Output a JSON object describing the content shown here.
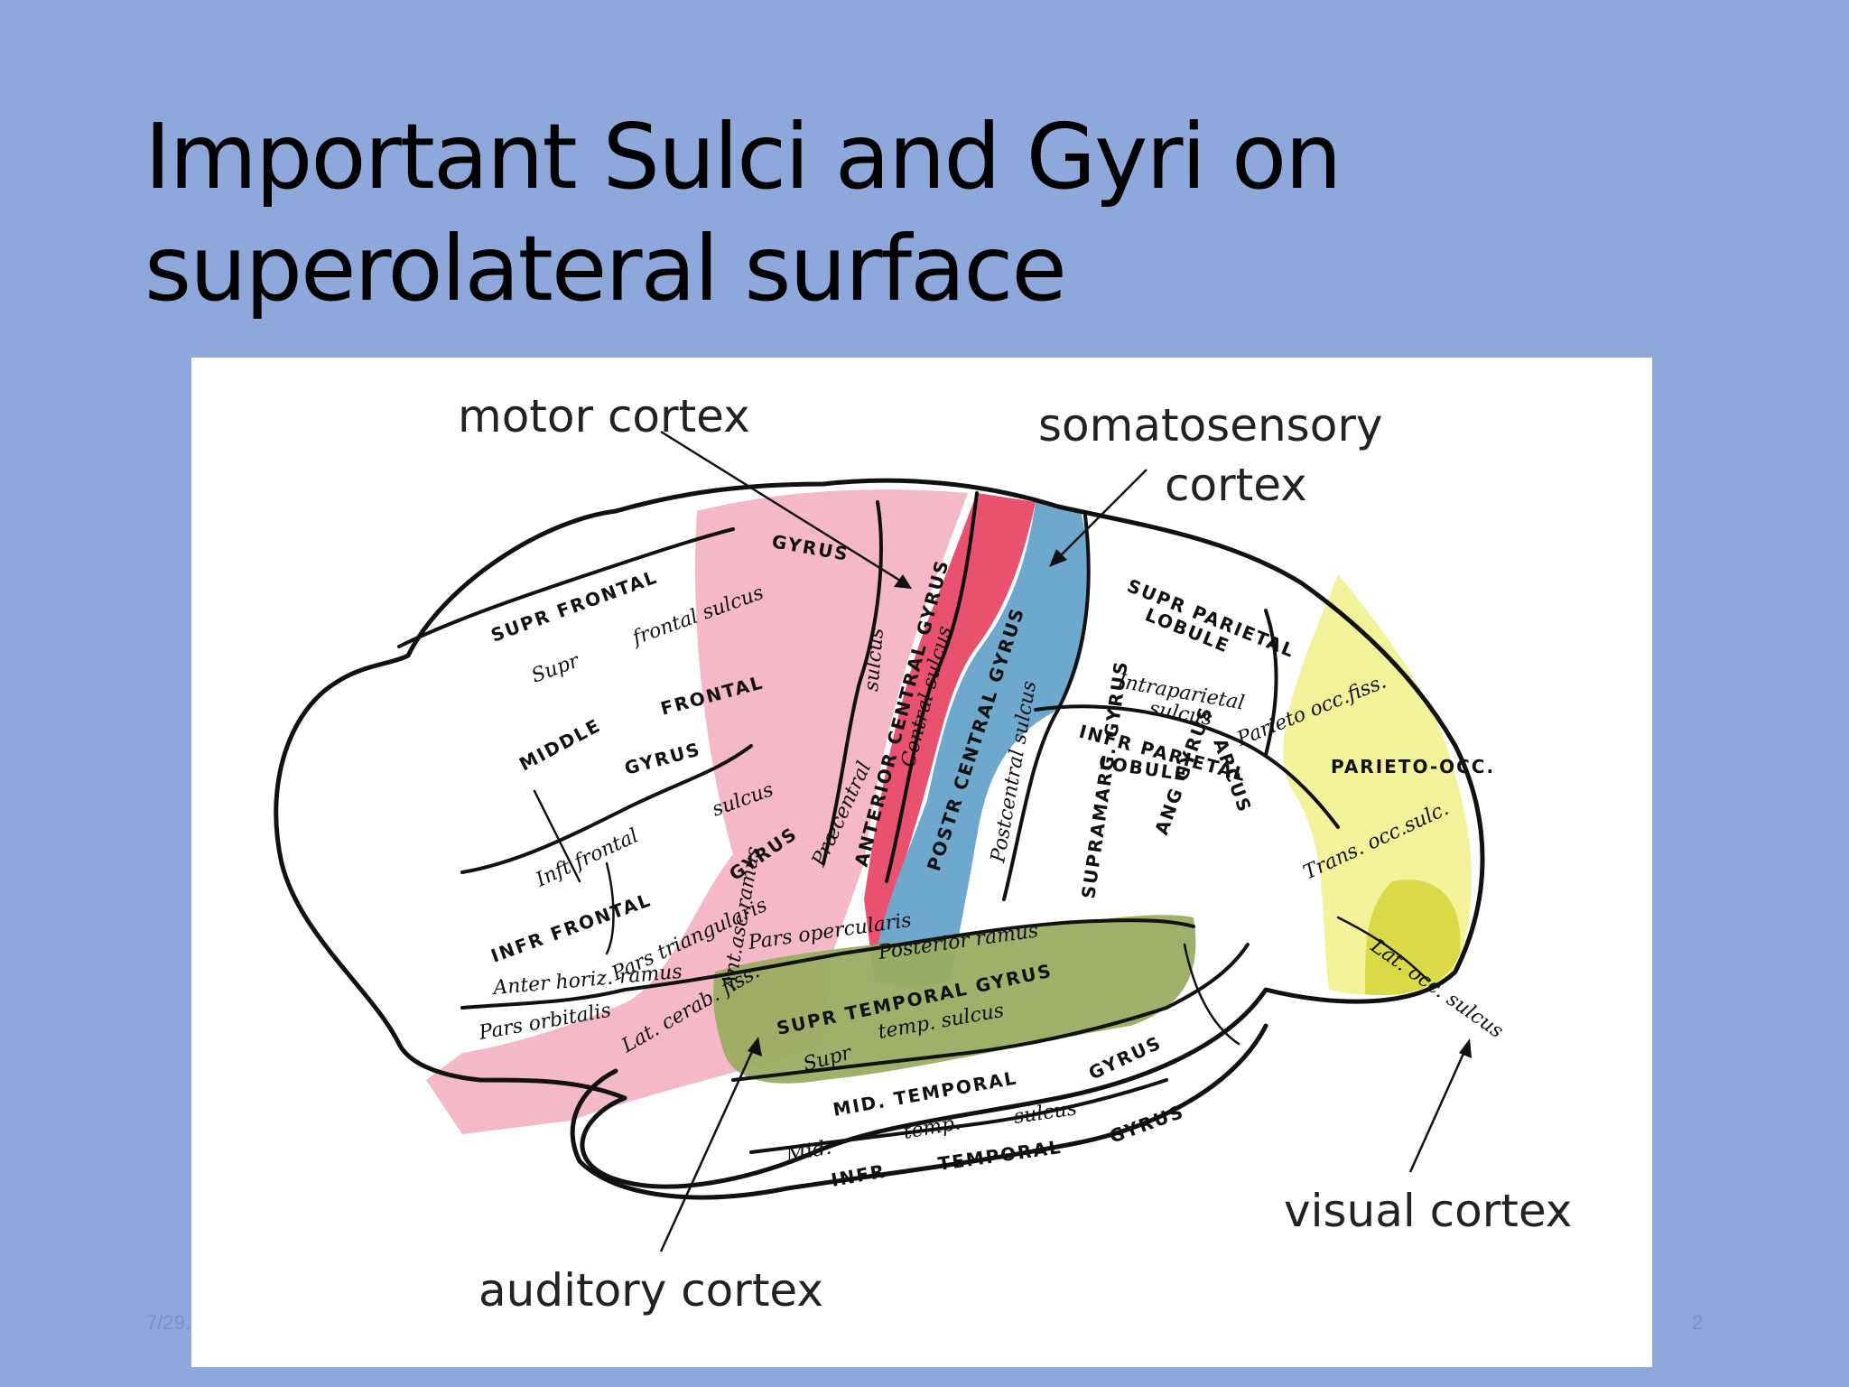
{
  "slide": {
    "title_line1": "Important  Sulci and Gyri on",
    "title_line2": "superolateral surface",
    "footer_date": "7/29,",
    "page_number": "2"
  },
  "diagram": {
    "labels": {
      "motor_cortex": "motor cortex",
      "somatosensory_line1": "somatosensory",
      "somatosensory_line2": "cortex",
      "visual_cortex": "visual cortex",
      "auditory_cortex": "auditory cortex"
    },
    "region_labels": {
      "gyrus_top": "GYRUS",
      "supr_frontal": "SUPR FRONTAL",
      "supr_frontal_sulcus_1": "Supr",
      "supr_frontal_sulcus_2": "frontal sulcus",
      "middle_frontal_1": "MIDDLE",
      "middle_frontal_2": "FRONTAL",
      "middle_frontal_3": "GYRUS",
      "inft_frontal_sulcus_1": "Inft frontal",
      "inft_frontal_sulcus_2": "sulcus",
      "inf_frontal": "INFR FRONTAL",
      "gyrus_lower": "GYRUS",
      "pars_triangularis": "Pars triangularis",
      "pars_opercularis": "Pars opercularis",
      "pars_orbitalis": "Pars orbitalis",
      "anter_horiz_ramus": "Anter horiz. ramus",
      "antasc_ramus": "Ant.asc.ramus",
      "precentral_sulcus_1": "Præcentral",
      "precentral_sulcus_2": "sulcus",
      "anterior_central_gyrus": "ANTERIOR CENTRAL GYRUS",
      "central_sulcus": "Central sulcus",
      "post_central_gyrus": "POSTR CENTRAL GYRUS",
      "postcentral_sulcus": "Postcentral sulcus",
      "supr_parietal_1": "SUPR PARIETAL",
      "supr_parietal_2": "LOBULE",
      "intraparietal_1": "Intraparietal",
      "intraparietal_2": "sulcus",
      "infr_parietal_1": "INFR PARIETAL",
      "infr_parietal_2": "LOBULE",
      "supramarg_gyrus": "SUPRAMARG. GYRUS",
      "ang_gyrus": "ANG GYRUS",
      "arcus": "ARCUS",
      "parieto_occ_fiss": "Parieto occ.fiss.",
      "parieto_occ": "PARIETO-OCC.",
      "trans_occ_sulc": "Trans. occ.sulc.",
      "lat_occ_sulcus": "Lat. occ. sulcus",
      "posterior_ramus": "Posterior ramus",
      "lat_cerab_fiss": "Lat. cerab. fiss.",
      "supr_temporal_gyrus": "SUPR TEMPORAL GYRUS",
      "supr_temp_sulcus_1": "Supr",
      "supr_temp_sulcus_2": "temp. sulcus",
      "mid_temporal_gyrus_1": "MID. TEMPORAL",
      "mid_temporal_gyrus_2": "GYRUS",
      "mid_temp_sulcus_1": "Mid.",
      "mid_temp_sulcus_2": "temp.",
      "mid_temp_sulcus_3": "sulcus",
      "infr_temporal_1": "INFR",
      "infr_temporal_2": "TEMPORAL",
      "infr_temporal_3": "GYRUS"
    },
    "colors": {
      "motor": "#f4b8c8",
      "motor_strip": "#e8526e",
      "somatosensory": "#6ea8cc",
      "auditory": "#9aac62",
      "visual": "#f2f29a",
      "visual_dark": "#dada48"
    }
  }
}
